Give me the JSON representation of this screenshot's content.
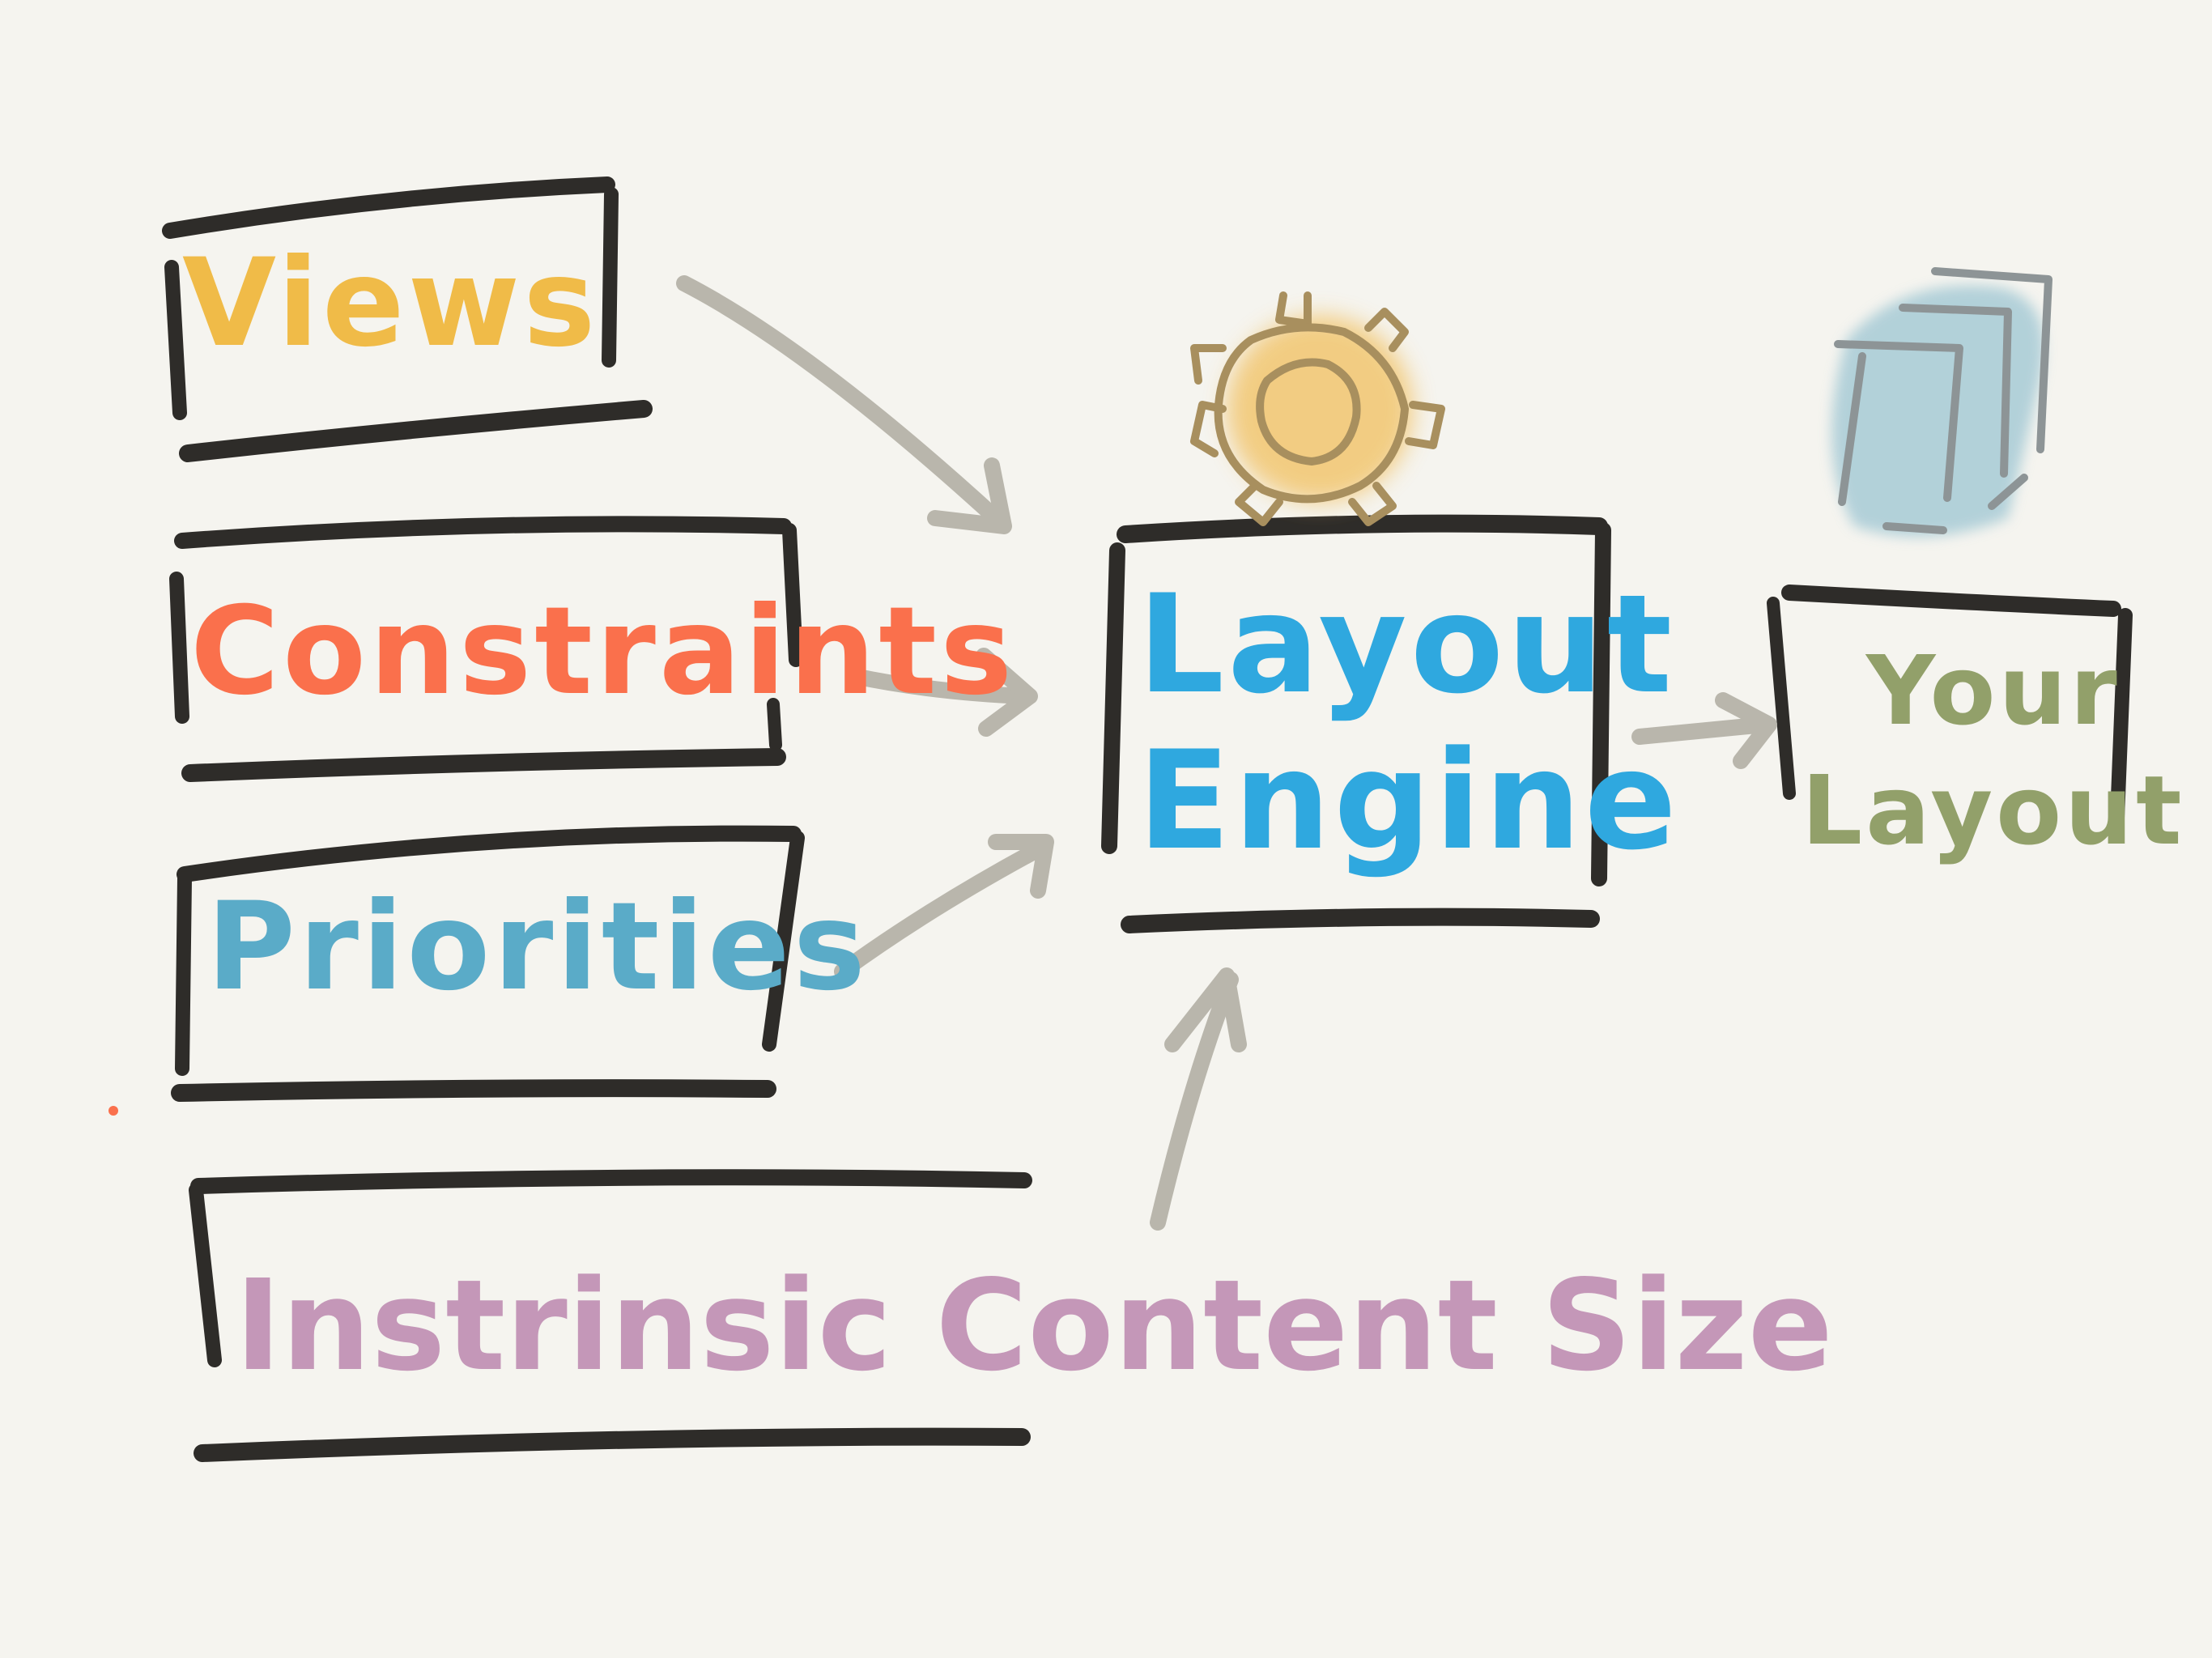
{
  "diagram": {
    "inputs": [
      {
        "id": "views",
        "label": "Views"
      },
      {
        "id": "constraints",
        "label": "Constraints"
      },
      {
        "id": "priorities",
        "label": "Priorities"
      },
      {
        "id": "intrinsic",
        "label": "Instrinsic Content Size"
      }
    ],
    "engine": {
      "label": "Layout\nEngine"
    },
    "output": {
      "label": "Your\nLayout"
    }
  },
  "colors": {
    "background": "#f5f4ef",
    "box_stroke": "#2e2c29",
    "arrow": "#b9b6ac",
    "views": "#f0bb48",
    "constraints": "#fa704c",
    "priorities": "#5aabc8",
    "intrinsic": "#c497b8",
    "engine": "#2fa8df",
    "output": "#92a06a",
    "gear_fill": "#f2c66f",
    "gear_stroke": "#a88f5e",
    "pages_fill": "#a7cbd6",
    "pages_stroke": "#8d9496"
  },
  "icons": [
    "gear-icon",
    "layout-pages-icon"
  ]
}
